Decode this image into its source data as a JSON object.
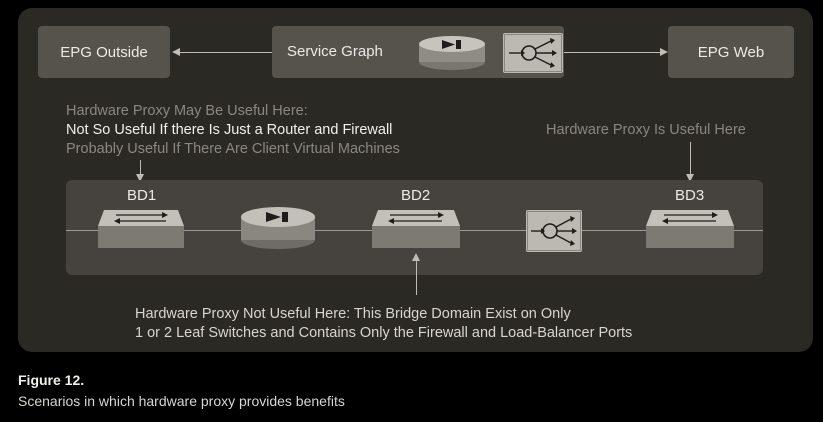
{
  "boxes": {
    "epg_outside": "EPG Outside",
    "service_graph": "Service Graph",
    "epg_web": "EPG Web"
  },
  "notes": {
    "may_be_useful_line1": "Hardware Proxy May Be Useful Here:",
    "may_be_useful_line2": "Not So Useful If there Is Just a Router and Firewall",
    "may_be_useful_line3": "Probably Useful If There Are Client Virtual Machines",
    "is_useful": "Hardware Proxy Is Useful Here",
    "not_useful_line1": "Hardware Proxy Not Useful Here: This Bridge Domain Exist on Only",
    "not_useful_line2": "1 or 2 Leaf Switches and Contains Only the Firewall and Load-Balancer Ports"
  },
  "bridge_domains": [
    "BD1",
    "BD2",
    "BD3"
  ],
  "figure": {
    "title": "Figure 12.",
    "caption": "Scenarios in which hardware proxy provides benefits"
  },
  "colors": {
    "background": "#000000",
    "panel": "#2b2924",
    "box": "#56534d",
    "bd_panel": "#46433e"
  }
}
